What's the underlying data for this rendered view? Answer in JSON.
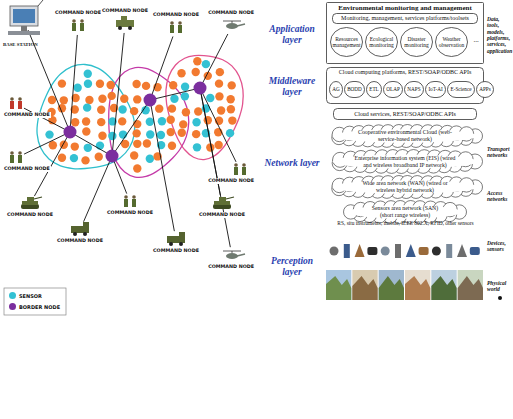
{
  "diagram": {
    "nodes": [
      {
        "text": [
          "Environmental monitoring and management"
        ]
      },
      {
        "text": [
          "Monitoring, management, services platforms/toolsets"
        ],
        "in": 0
      },
      {
        "text": [
          "Resources management"
        ],
        "in": 0
      },
      {
        "text": [
          "Ecological monitoring"
        ],
        "in": 0
      },
      {
        "text": [
          "Disaster monitoring"
        ],
        "in": 0
      },
      {
        "text": [
          "Weather observation"
        ],
        "in": 0
      },
      {
        "text": [
          "Cloud computing platforms, REST/SOAP/ODBC APIs"
        ]
      },
      {
        "text": [
          "AG"
        ],
        "in": 6
      },
      {
        "text": [
          "BODD"
        ],
        "in": 6
      },
      {
        "text": [
          "ETL"
        ],
        "in": 6
      },
      {
        "text": [
          "OLAP"
        ],
        "in": 6
      },
      {
        "text": [
          "NAPS"
        ],
        "in": 6
      },
      {
        "text": [
          "IoT-AI"
        ],
        "in": 6
      },
      {
        "text": [
          "E-Science"
        ],
        "in": 6
      },
      {
        "text": [
          "APPs"
        ],
        "in": 6
      },
      {
        "text": [
          "Cloud services, REST/SOAP/ODBC APIs"
        ]
      },
      {
        "text": [
          "Cooperative environmental Cloud (web-service-based network)"
        ]
      },
      {
        "text": [
          "Enterprise information system (EIS) (wired and wireless broadband IP network)"
        ]
      },
      {
        "text": [
          "Wide area network (WAN) (wired or wireless hybrid network)"
        ]
      },
      {
        "text": [
          "Sensors area network (SAN) (short range wireless)"
        ]
      }
    ],
    "labels": [
      "Application layer",
      "Middleware layer",
      "Network layer",
      "Perception layer",
      "Data, tools, models, platforms, services, application",
      "Transport networks",
      "Access networks",
      "Devices, sensors",
      "Physical world",
      "RS, situ instruments, mobile, IEEE 802.X, RFID, other sensors",
      "...",
      "BASE STATION",
      "COMMAND NODE",
      "COMMAND NODE",
      "COMMAND NODE",
      "COMMAND NODE",
      "COMMAND NODE",
      "COMMAND NODE",
      "COMMAND NODE",
      "COMMAND NODE",
      "COMMAND NODE",
      "COMMAND NODE",
      "COMMAND NODE",
      "COMMAND NODE",
      "COMMAND NODE"
    ],
    "legend": [
      {
        "text": "SENSOR",
        "color": "#33c1d3"
      },
      {
        "text": "BORDER NODE",
        "color": "#7b2e9e"
      }
    ]
  }
}
